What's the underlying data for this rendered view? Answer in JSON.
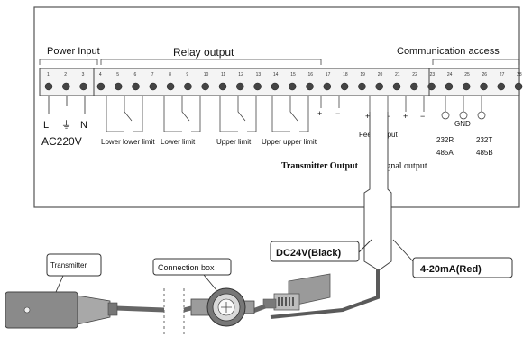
{
  "panel": {
    "power_input": "Power Input",
    "relay_output": "Relay output",
    "communication_access": "Communication access",
    "live": "L",
    "earth_symbol": "⏚",
    "neutral": "N",
    "voltage": "AC220V",
    "relay_labels": [
      "Lower lower limit",
      "Lower limit",
      "Upper limit",
      "Upper upper limit"
    ],
    "feed_output": "Feed output",
    "transmitter_output": "Transmitter Output",
    "signal_output": "Signal output",
    "plus": "+",
    "minus": "−",
    "gnd": "GND",
    "comm_left": [
      "232R",
      "485A"
    ],
    "comm_right": [
      "232T",
      "485B"
    ],
    "terminal_numbers": [
      "1",
      "2",
      "3",
      "4",
      "5",
      "6",
      "7",
      "8",
      "9",
      "10",
      "11",
      "12",
      "13",
      "14",
      "15",
      "16",
      "17",
      "18",
      "19",
      "20",
      "21",
      "22",
      "23",
      "24",
      "25",
      "26",
      "27",
      "28"
    ]
  },
  "field": {
    "transmitter": "Transmitter",
    "connection_box": "Connection box",
    "dc24v": "DC24V(Black)",
    "signal_420": "4-20mA(Red)"
  }
}
